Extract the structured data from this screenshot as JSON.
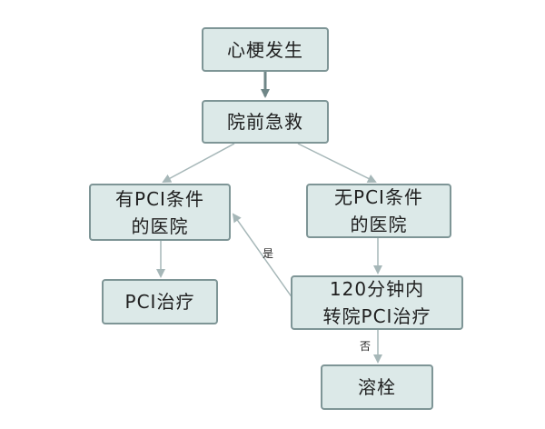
{
  "nodes": {
    "mi_onset": {
      "line1": "心梗发生"
    },
    "prehospital": {
      "line1": "院前急救"
    },
    "pci_capable": {
      "line1": "有PCI条件",
      "line2": "的医院"
    },
    "non_pci": {
      "line1": "无PCI条件",
      "line2": "的医院"
    },
    "pci_treatment": {
      "line1": "PCI治疗"
    },
    "transfer": {
      "line1": "120分钟内",
      "line2": "转院PCI治疗"
    },
    "thrombolysis": {
      "line1": "溶栓"
    }
  },
  "edges": {
    "yes_label": "是",
    "no_label": "否"
  },
  "colors": {
    "node_fill": "#dce9e8",
    "node_border": "#7e9596",
    "arrow_main": "#6f8687",
    "arrow_branch": "#a6b7b8"
  }
}
